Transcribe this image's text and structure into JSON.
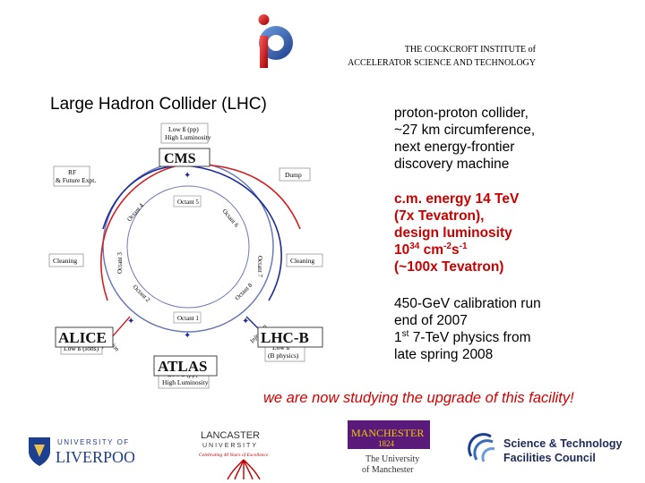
{
  "header": {
    "institute_line1": "THE COCKCROFT INSTITUTE of",
    "institute_line2": "ACCELERATOR SCIENCE AND TECHNOLOGY"
  },
  "title": "Large Hadron Collider (LHC)",
  "ring": {
    "experiments": {
      "cms": "CMS",
      "alice": "ALICE",
      "lhcb": "LHC-B",
      "atlas": "ATLAS"
    },
    "boxes": {
      "top": [
        "Low ß (pp)",
        "High Luminosity"
      ],
      "bottom": [
        "Low ß (pp)",
        "High Luminosity"
      ],
      "rf": [
        "RF",
        "& Future Expt."
      ],
      "dump": "Dump",
      "cleaning_left": "Cleaning",
      "cleaning_right": "Cleaning",
      "low_ions": "Low ß (Ions)",
      "low_b": [
        "Low ß",
        "(B physics)"
      ]
    },
    "octants": {
      "o1": "Octant 1",
      "o2": "Octant 2",
      "o3": "Octant 3",
      "o4": "Octant 4",
      "o5": "Octant 5",
      "o6": "Octant 6",
      "o7": "Octant 7",
      "o8": "Octant 8"
    },
    "injection_left": "Injection",
    "injection_right": "Injection",
    "colors": {
      "beam1": "#d42020",
      "beam2": "#1a2a9a",
      "ring": "#6a7ab8"
    }
  },
  "text": {
    "p1": [
      "proton-proton collider,",
      "~27 km circumference,",
      "next energy-frontier",
      "discovery machine"
    ],
    "p2": {
      "l1": "c.m. energy 14 TeV",
      "l2": "(7x Tevatron),",
      "l3": "design luminosity",
      "lum_base": "10",
      "lum_exp": "34",
      "lum_unit1": " cm",
      "lum_exp2": "-2",
      "lum_unit2": "s",
      "lum_exp3": "-1",
      "l5": "(~100x Tevatron)"
    },
    "p3": {
      "l1": "450-GeV calibration run",
      "l2": "end of 2007",
      "l3a": "1",
      "l3sup": "st",
      "l3b": " 7-TeV physics from",
      "l4": "late spring 2008"
    },
    "upgrade": "we are now studying the upgrade of this facility!"
  },
  "logos": {
    "liverpool": [
      "UNIVERSITY OF",
      "LIVERPOOL"
    ],
    "lancaster": [
      "LANCASTER",
      "UNIVERSITY",
      "Celebrating 40 Years of Excellence"
    ],
    "manchester": [
      "MANCHESTER",
      "1824",
      "The University",
      "of Manchester"
    ],
    "stfc": [
      "Science & Technology",
      "Facilities Council"
    ]
  }
}
